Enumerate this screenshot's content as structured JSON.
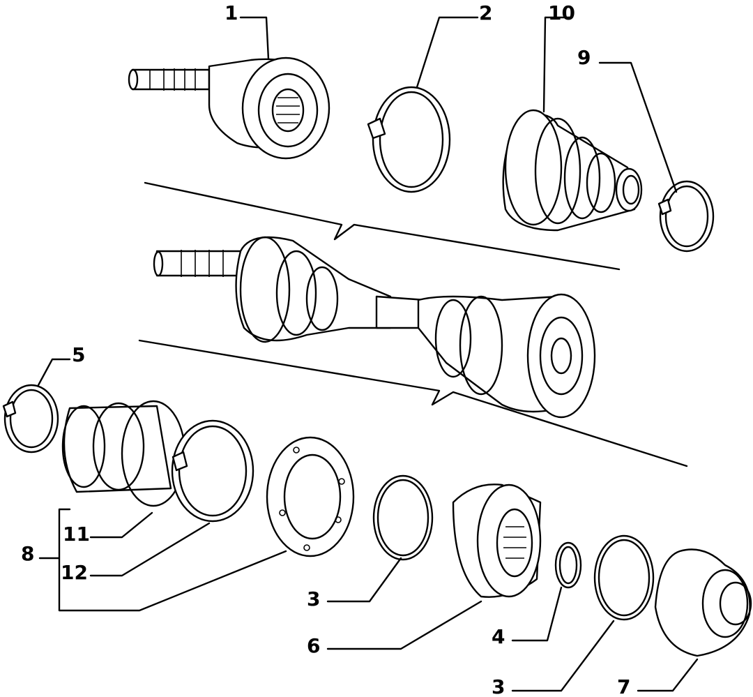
{
  "callouts": [
    {
      "id": "1",
      "text": "1"
    },
    {
      "id": "2",
      "text": "2"
    },
    {
      "id": "10",
      "text": "10"
    },
    {
      "id": "9",
      "text": "9"
    },
    {
      "id": "5",
      "text": "5"
    },
    {
      "id": "11",
      "text": "11"
    },
    {
      "id": "8",
      "text": "8"
    },
    {
      "id": "12",
      "text": "12"
    },
    {
      "id": "3a",
      "text": "3"
    },
    {
      "id": "6",
      "text": "6"
    },
    {
      "id": "4",
      "text": "4"
    },
    {
      "id": "3b",
      "text": "3"
    },
    {
      "id": "7",
      "text": "7"
    }
  ]
}
